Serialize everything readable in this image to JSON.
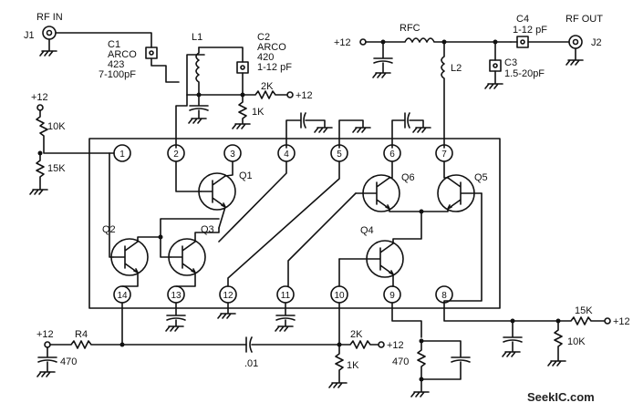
{
  "labels": {
    "j1": "J1",
    "rf_in": "RF IN",
    "c1": "C1",
    "c1_maker": "ARCO",
    "c1_part": "423",
    "c1_value": "7-100pF",
    "l1": "L1",
    "c2": "C2",
    "c2_maker": "ARCO",
    "c2_part": "420",
    "c2_value": "1-12 pF",
    "r_2k_top": "2K",
    "r_1k_top": "1K",
    "v12_top_mid": "+12",
    "v12_left_top": "+12",
    "r_10k_left": "10K",
    "r_15k_left": "15K",
    "v12_rfc": "+12",
    "rfc": "RFC",
    "l2": "L2",
    "c4": "C4",
    "c4_value": "1-12 pF",
    "c3": "C3",
    "c3_value": "1.5-20pF",
    "rf_out": "RF OUT",
    "j2": "J2",
    "q1": "Q1",
    "q2": "Q2",
    "q3": "Q3",
    "q4": "Q4",
    "q5": "Q5",
    "q6": "Q6",
    "v12_bottom_left": "+12",
    "r4": "R4",
    "c_470": "470",
    "c_01": ".01",
    "r_2k_bottom": "2K",
    "v12_bottom_mid": "+12",
    "r_1k_bottom": "1K",
    "r_470": "470",
    "r_15k_right": "15K",
    "v12_right": "+12",
    "r_10k_right": "10K",
    "watermark": "SeekIC.com"
  },
  "pins": [
    "1",
    "2",
    "3",
    "4",
    "5",
    "6",
    "7",
    "14",
    "13",
    "12",
    "11",
    "10",
    "9",
    "8"
  ]
}
